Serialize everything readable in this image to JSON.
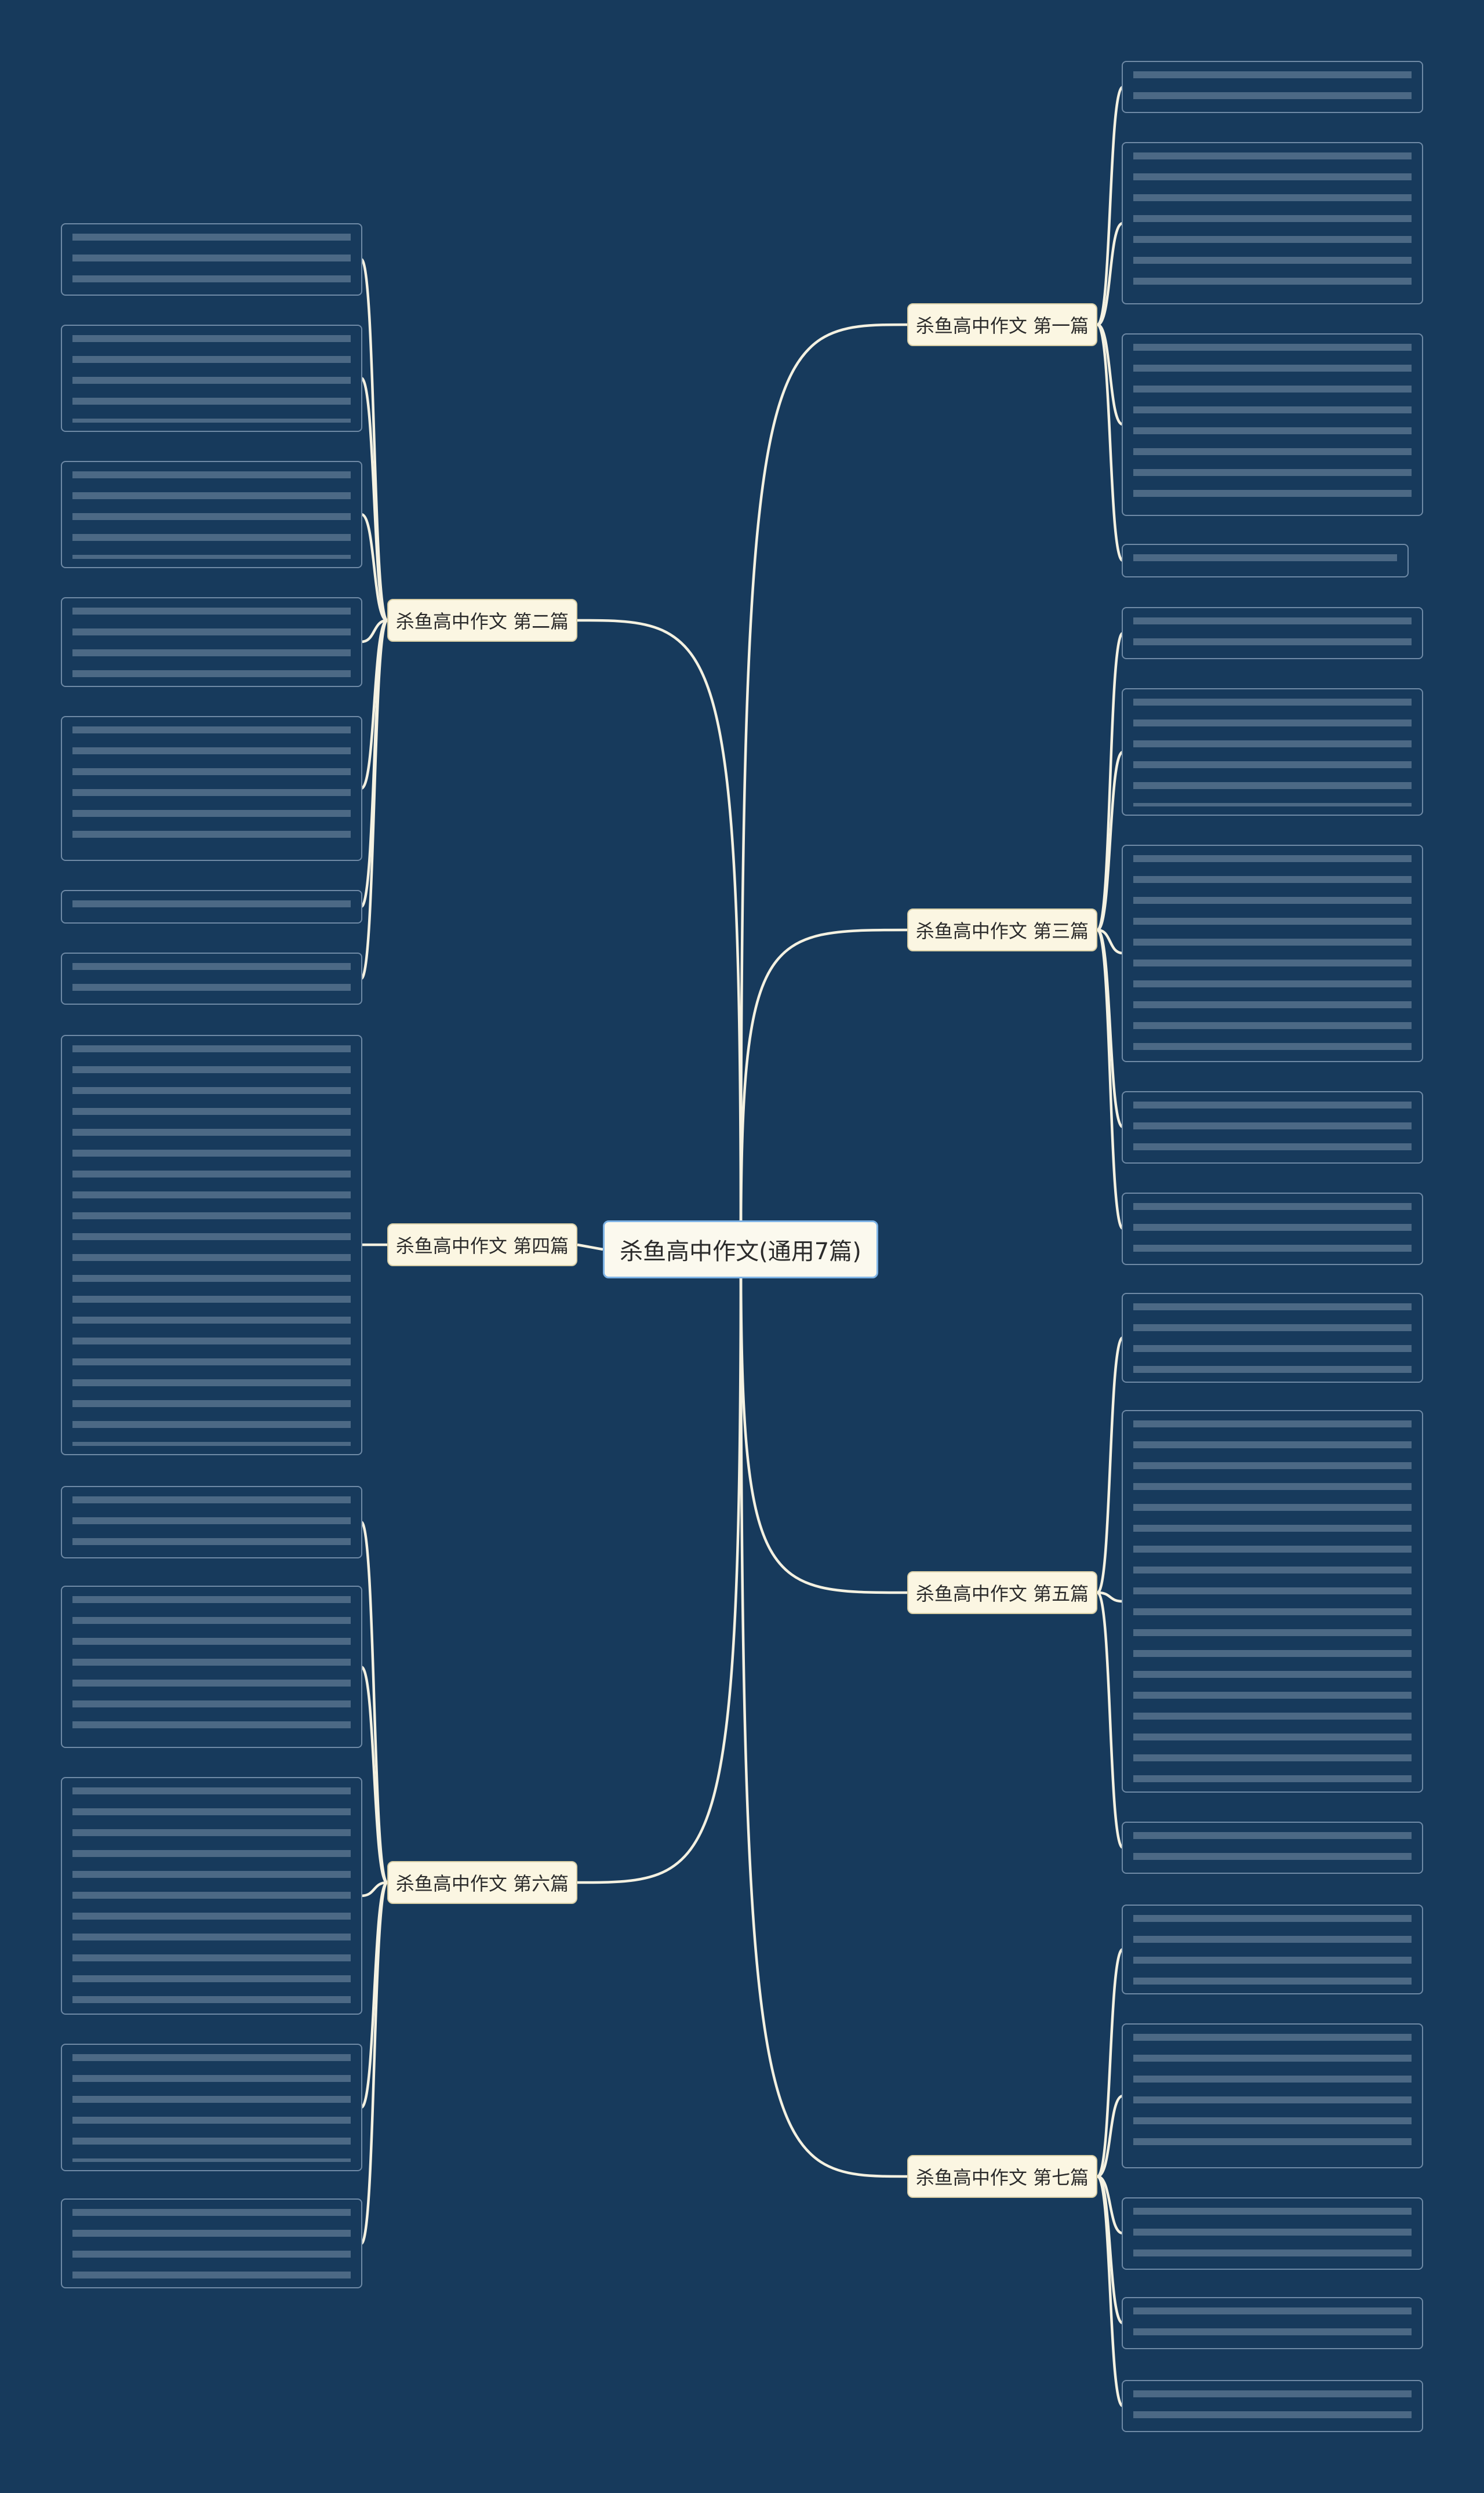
{
  "center": {
    "label": "杀鱼高中作文(通用7篇)"
  },
  "branches": [
    {
      "id": "b1",
      "label": "杀鱼高中作文 第一篇",
      "side": "right"
    },
    {
      "id": "b2",
      "label": "杀鱼高中作文 第二篇",
      "side": "left"
    },
    {
      "id": "b3",
      "label": "杀鱼高中作文 第三篇",
      "side": "right"
    },
    {
      "id": "b4",
      "label": "杀鱼高中作文 第四篇",
      "side": "left"
    },
    {
      "id": "b5",
      "label": "杀鱼高中作文 第五篇",
      "side": "right"
    },
    {
      "id": "b6",
      "label": "杀鱼高中作文 第六篇",
      "side": "left"
    },
    {
      "id": "b7",
      "label": "杀鱼高中作文 第七篇",
      "side": "right"
    }
  ],
  "colors": {
    "background": "#173a5c",
    "connector": "#f4f1e1",
    "center_fill": "#fbf9ee",
    "center_border": "#7fb4e6",
    "branch_fill": "#fbf6e2",
    "leaf_border": "#6f8aa6"
  }
}
